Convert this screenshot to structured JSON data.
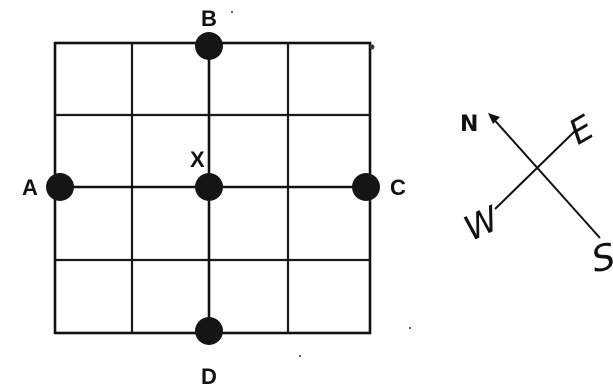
{
  "diagram": {
    "points": {
      "A": "A",
      "B": "B",
      "C": "C",
      "D": "D",
      "X": "X"
    },
    "compass": {
      "north": "N",
      "east": "E",
      "south": "S",
      "west": "W"
    }
  }
}
